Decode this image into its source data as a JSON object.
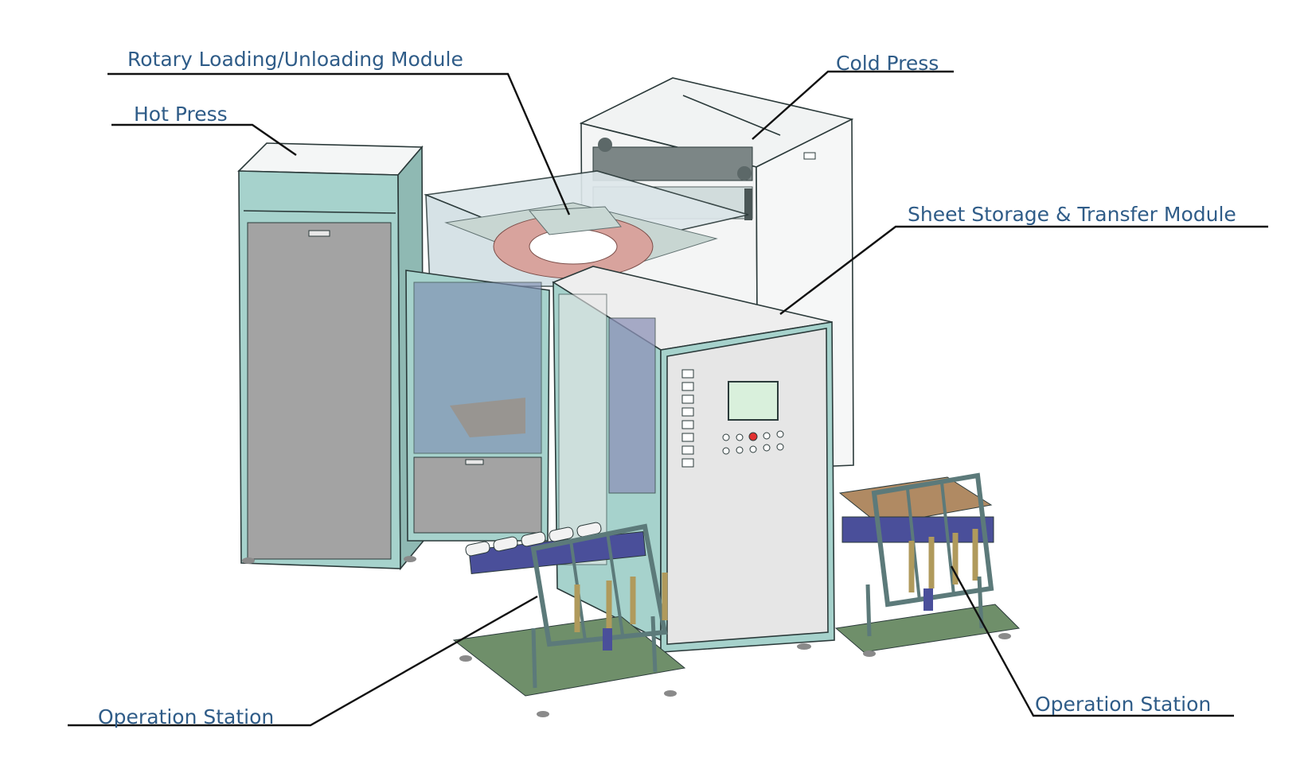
{
  "diagram": {
    "callouts": {
      "rotary_module": "Rotary Loading/Unloading Module",
      "hot_press": "Hot Press",
      "cold_press": "Cold Press",
      "sheet_storage": "Sheet Storage & Transfer Module",
      "operation_station_left": "Operation Station",
      "operation_station_right": "Operation Station"
    },
    "colors": {
      "label": "#2f5c88",
      "frame": "#a6d2cc",
      "panel": "#a3a3a3",
      "cabinet": "#e6e6e6",
      "glass": "#d9e6ec",
      "rotary_ring": "#d8a39d",
      "base_plate": "#6f8f6a",
      "conveyor": "#4a4f9a",
      "bracket": "#b09a5c",
      "screen": "#d9f0dc",
      "emergency_button": "#e23030"
    }
  }
}
